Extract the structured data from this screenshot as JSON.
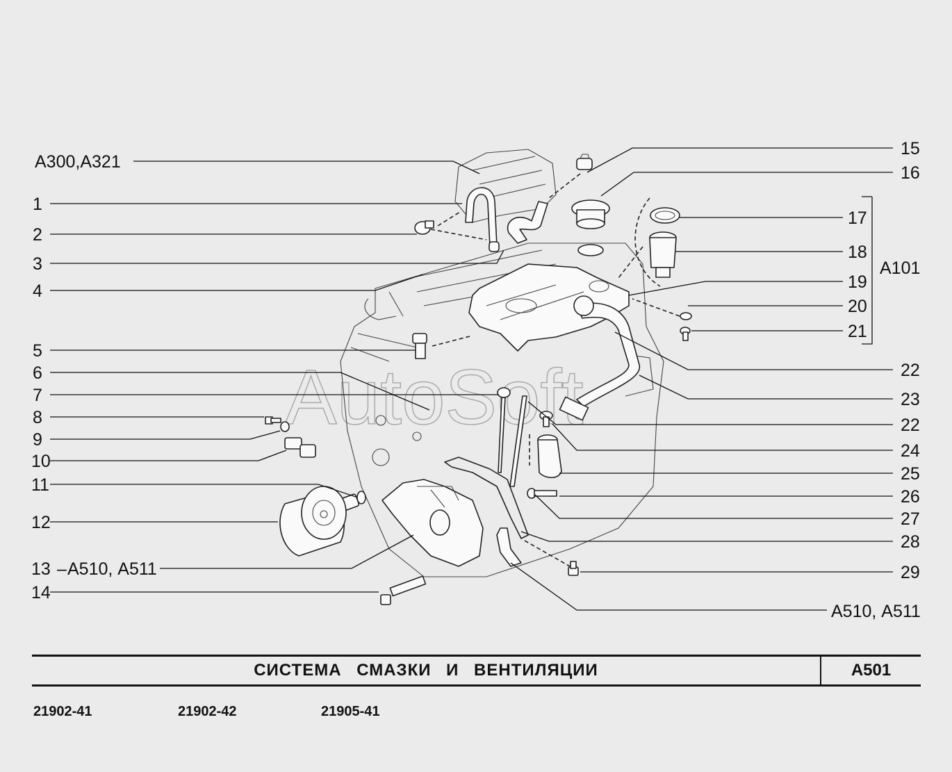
{
  "diagram": {
    "watermark": "AutoSoft",
    "callouts": {
      "ref_a300": "А300,А321",
      "n1": "1",
      "n2": "2",
      "n3": "3",
      "n4": "4",
      "n5": "5",
      "n6": "6",
      "n7": "7",
      "n8": "8",
      "n9": "9",
      "n10": "10",
      "n11": "11",
      "n12": "12",
      "n13": "13",
      "n14": "14",
      "ref_a510_left": "А510, А511",
      "n15": "15",
      "n16": "16",
      "n17": "17",
      "n18": "18",
      "n19": "19",
      "n20": "20",
      "n21": "21",
      "ref_a101": "А101",
      "n22a": "22",
      "n23": "23",
      "n22b": "22",
      "n24": "24",
      "n25": "25",
      "n26": "26",
      "n27": "27",
      "n28": "28",
      "n29": "29",
      "ref_a510_right": "А510, А511"
    }
  },
  "footer": {
    "title": "СИСТЕМА СМАЗКИ И ВЕНТИЛЯЦИИ",
    "code": "А501",
    "models": [
      "21902-41",
      "21902-42",
      "21905-41"
    ]
  }
}
